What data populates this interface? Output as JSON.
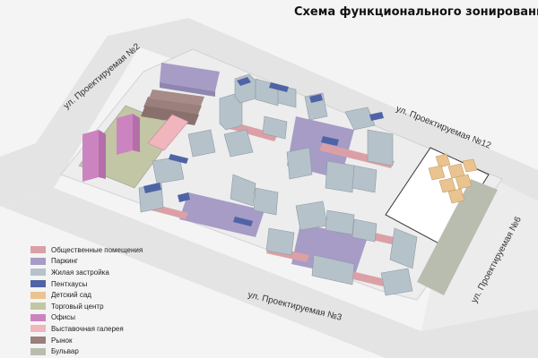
{
  "title": "Схема функционального зонирования",
  "streets": {
    "s2": "ул. Проектируемая №2",
    "s12": "ул. Проектируемая №12",
    "s6": "ул. Проектируемая №6",
    "s3": "ул. Проектируемая №3"
  },
  "legend": [
    {
      "label": "Общественные помещения",
      "color": "#dba0a6"
    },
    {
      "label": "Паркинг",
      "color": "#a69cc6"
    },
    {
      "label": "Жилая застройка",
      "color": "#b6c2ca"
    },
    {
      "label": "Пентхаусы",
      "color": "#4f64a6"
    },
    {
      "label": "Детский сад",
      "color": "#e9c491"
    },
    {
      "label": "Торговый центр",
      "color": "#c3c6a4"
    },
    {
      "label": "Офисы",
      "color": "#cc84c1"
    },
    {
      "label": "Выставочная галерея",
      "color": "#f1b5be"
    },
    {
      "label": "Рынок",
      "color": "#9a7f7c"
    },
    {
      "label": "Бульвар",
      "color": "#b9bdb0"
    }
  ]
}
